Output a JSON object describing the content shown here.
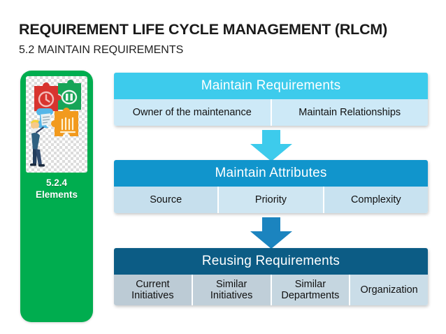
{
  "page": {
    "title": "REQUIREMENT LIFE CYCLE MANAGEMENT (RLCM)",
    "subtitle": "5.2 MAINTAIN REQUIREMENTS"
  },
  "sidebar": {
    "number": "5.2.4",
    "label": "Elements",
    "color": "#00AD4F",
    "illustration_icon": "puzzle-pieces-illustration"
  },
  "flow": {
    "arrows": [
      {
        "icon": "down-arrow-icon",
        "color": "#3DCBEC"
      },
      {
        "icon": "down-arrow-icon",
        "color": "#1B84BF"
      }
    ],
    "blocks": [
      {
        "header": "Maintain Requirements",
        "header_color": "#3DCBEC",
        "cell_color": "#CDE9F7",
        "cells": [
          "Owner of the maintenance",
          "Maintain Relationships"
        ]
      },
      {
        "header": "Maintain Attributes",
        "header_color": "#1195CC",
        "cell_color": "#C8E2F0",
        "cells": [
          "Source",
          "Priority",
          "Complexity"
        ]
      },
      {
        "header": "Reusing Requirements",
        "header_color": "#0C5C85",
        "cell_color": "#C2D2DC",
        "cells": [
          "Current Initiatives",
          "Similar Initiatives",
          "Similar Departments",
          "Organization"
        ]
      }
    ]
  }
}
